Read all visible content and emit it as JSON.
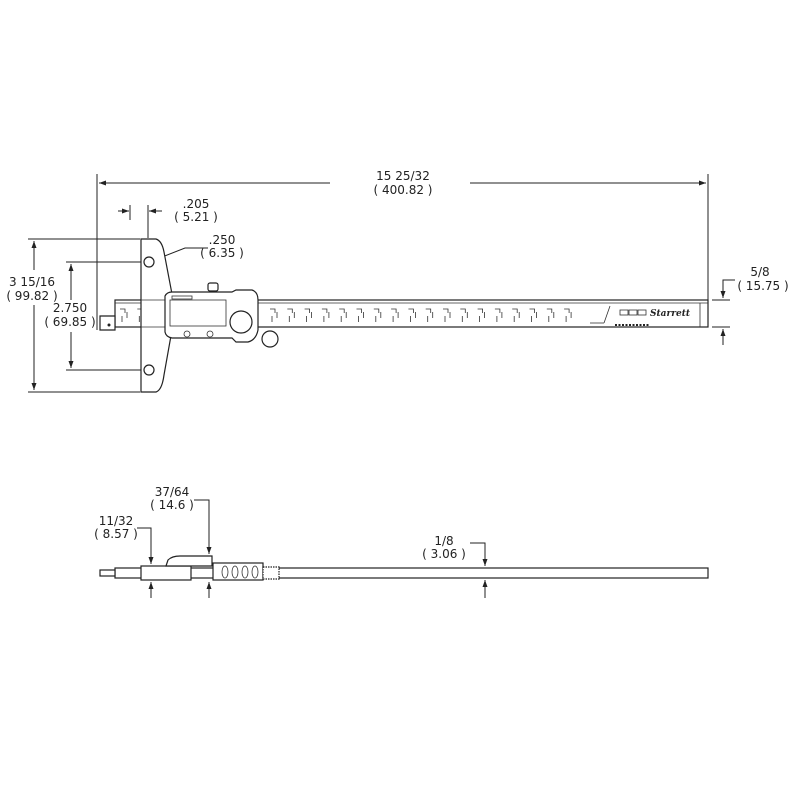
{
  "brand": "Starrett",
  "front_view": {
    "overall_length": {
      "imperial": "15 25/32",
      "metric": "( 400.82 )"
    },
    "blade_offset": {
      "imperial": ".205",
      "metric": "( 5.21 )"
    },
    "hole_diameter": {
      "imperial": ".250",
      "metric": "( 6.35 )"
    },
    "base_length": {
      "imperial": "3 15/16",
      "metric": "( 99.82 )"
    },
    "hole_spacing": {
      "imperial": "2.750",
      "metric": "( 69.85 )"
    },
    "beam_width": {
      "imperial": "5/8",
      "metric": "( 15.75 )"
    }
  },
  "side_view": {
    "base_thickness": {
      "imperial": "11/32",
      "metric": "( 8.57 )"
    },
    "head_thickness": {
      "imperial": "37/64",
      "metric": "( 14.6 )"
    },
    "beam_thickness": {
      "imperial": "1/8",
      "metric": "( 3.06 )"
    }
  }
}
